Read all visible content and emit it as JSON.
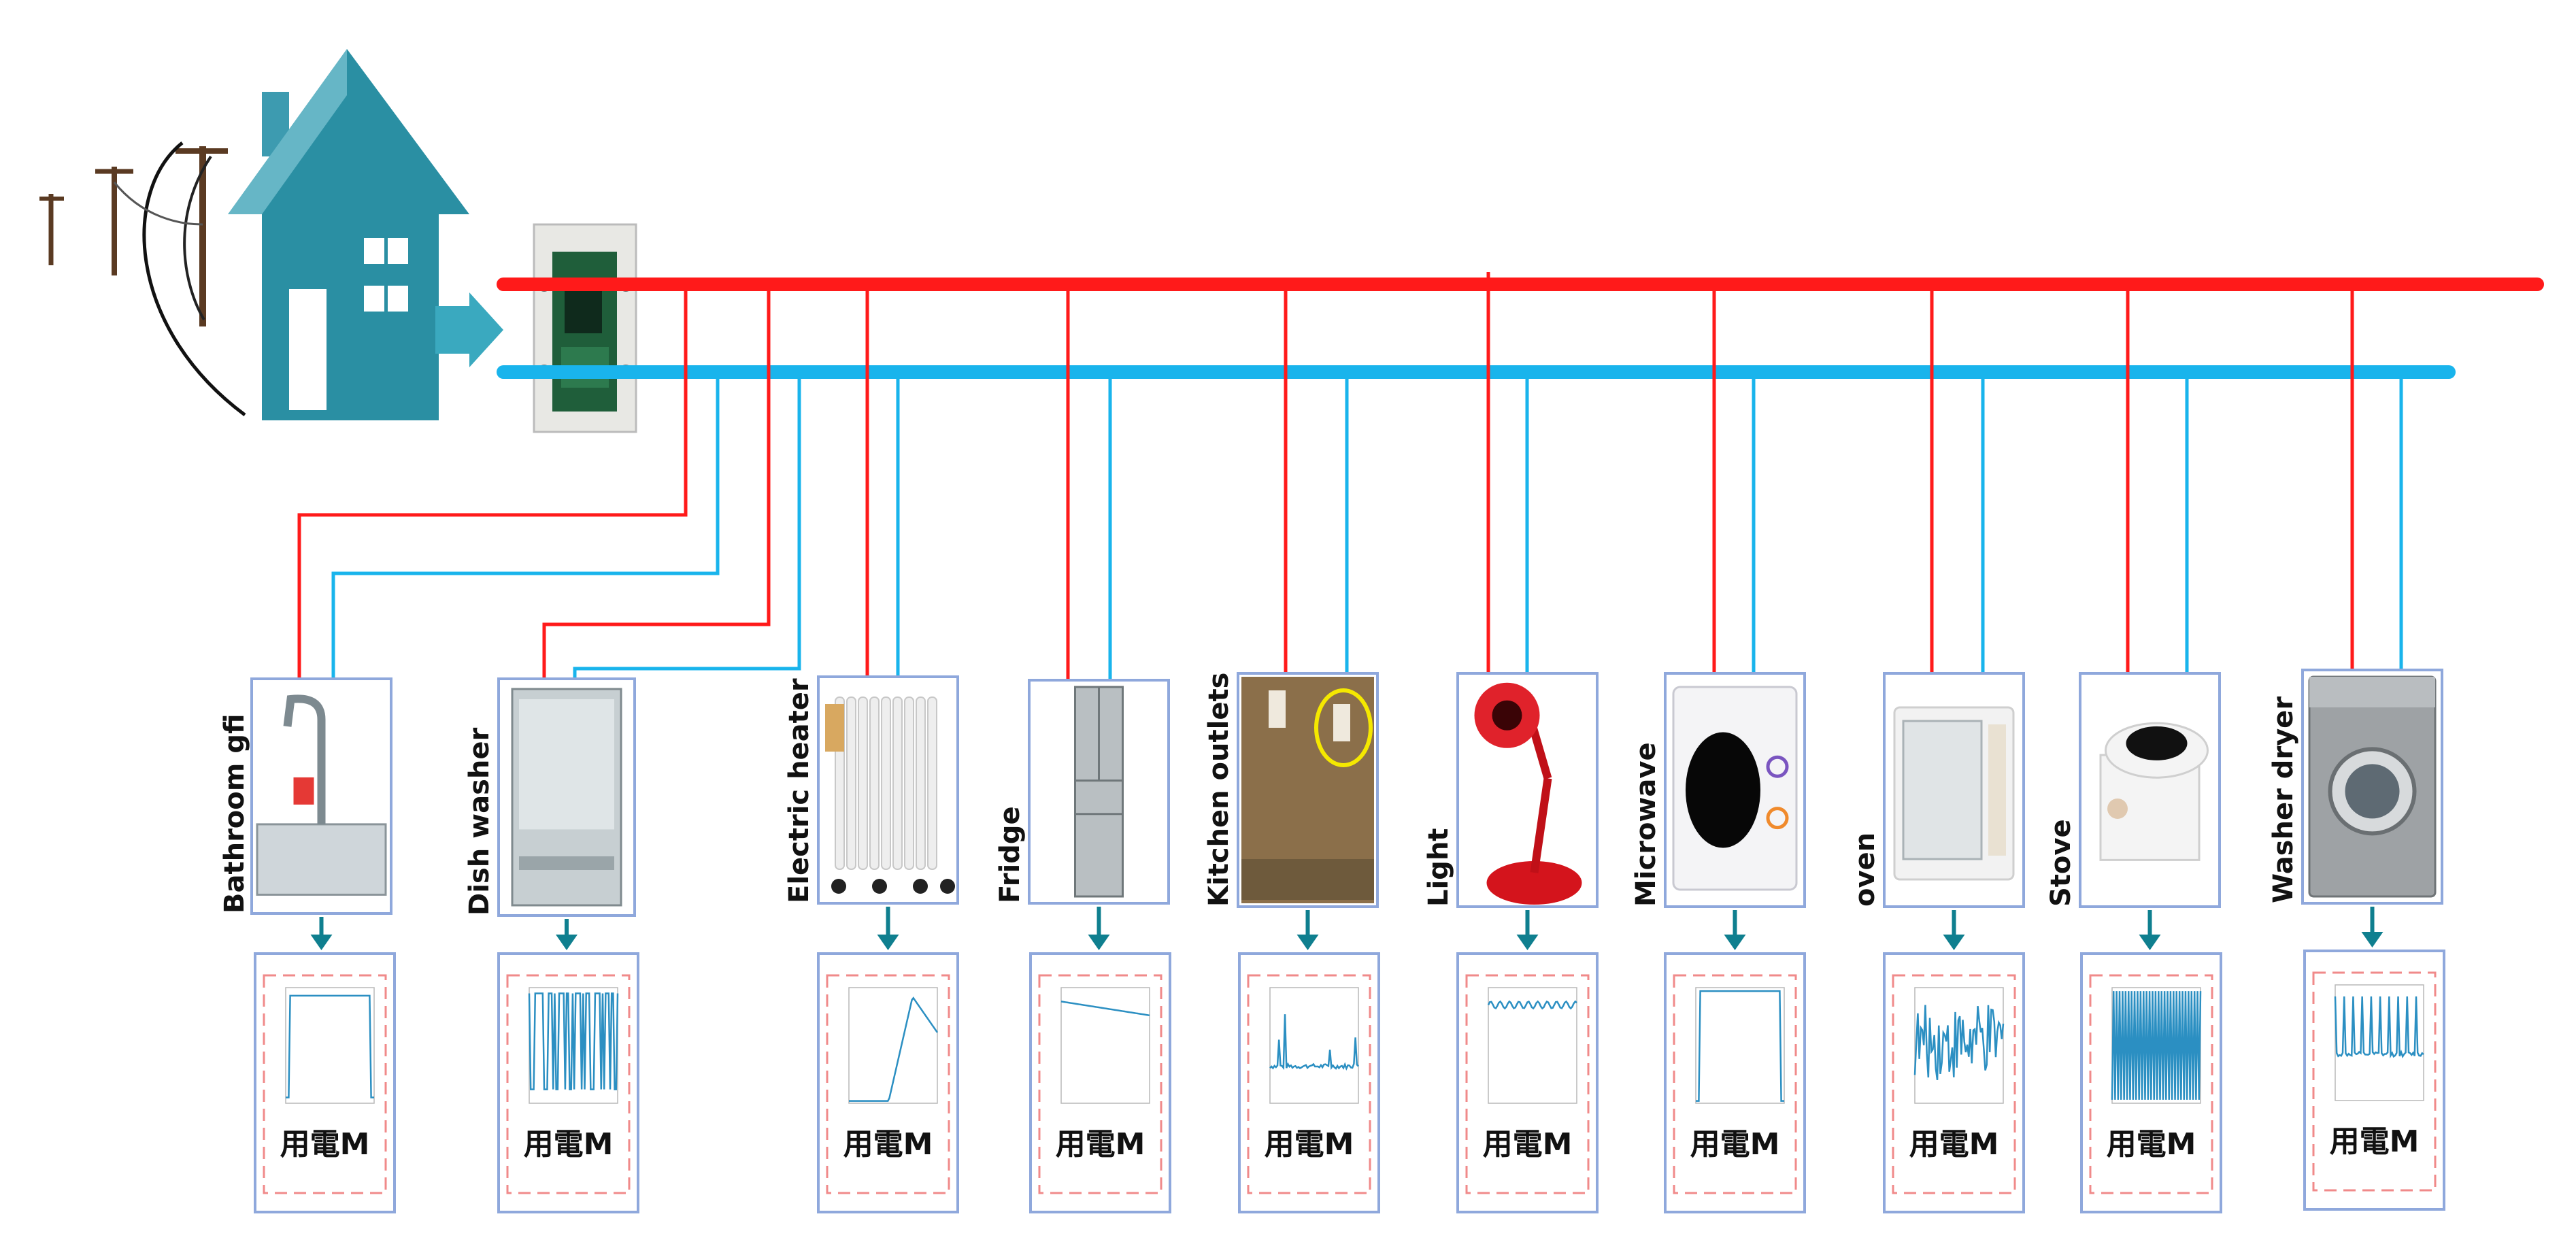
{
  "appliances": [
    {
      "label": "Bathroom gfi",
      "caption": "用電M",
      "icon": "faucet-sink-icon"
    },
    {
      "label": "Dish washer",
      "caption": "用電M",
      "icon": "dishwasher-icon"
    },
    {
      "label": "Electric heater",
      "caption": "用電M",
      "icon": "oil-radiator-heater-icon"
    },
    {
      "label": "Fridge",
      "caption": "用電M",
      "icon": "fridge-icon"
    },
    {
      "label": "Kitchen outlets",
      "caption": "用電M",
      "icon": "kitchen-outlets-photo-icon"
    },
    {
      "label": "Light",
      "caption": "用電M",
      "icon": "desk-lamp-icon"
    },
    {
      "label": "Microwave",
      "caption": "用電M",
      "icon": "microwave-icon"
    },
    {
      "label": "oven",
      "caption": "用電M",
      "icon": "oven-icon"
    },
    {
      "label": "Stove",
      "caption": "用電M",
      "icon": "hot-plate-stove-icon"
    },
    {
      "label": "Washer dryer",
      "caption": "用電M",
      "icon": "washing-machine-icon"
    }
  ],
  "colors": {
    "live_line": "#ff1a1a",
    "neutral_line": "#19b4ec",
    "house": "#2a8fa3",
    "frame": "#8fa8dc",
    "arrow": "#0f7f8f",
    "plot_border": "#f08a8a",
    "plot_line": "#2b8fc2"
  },
  "icons": {
    "power_pole": "utility-pole-icon",
    "house": "house-icon",
    "meter": "smart-meter-board-icon"
  }
}
